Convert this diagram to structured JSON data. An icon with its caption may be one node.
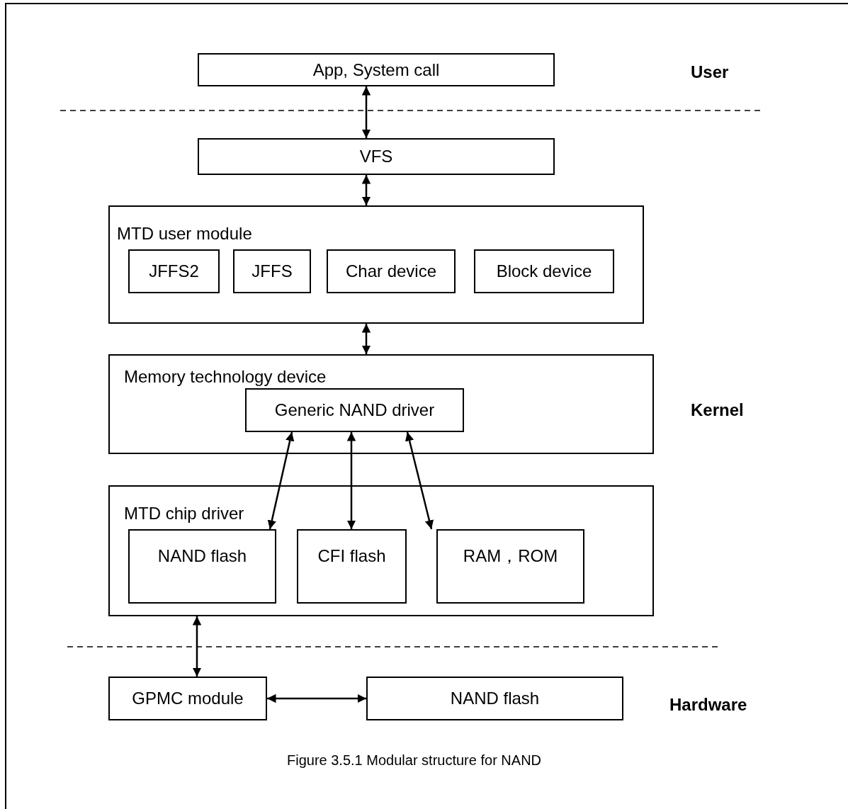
{
  "diagram": {
    "caption": "Figure 3.5.1 Modular structure for NAND",
    "nodes": [
      {
        "text": [
          "App, System call"
        ]
      },
      {
        "text": [
          "VFS"
        ]
      },
      {
        "text": [
          "MTD user module"
        ]
      },
      {
        "text": [
          "JFFS2"
        ],
        "in": 2
      },
      {
        "text": [
          "JFFS"
        ],
        "in": 2
      },
      {
        "text": [
          "Char device"
        ],
        "in": 2
      },
      {
        "text": [
          "Block device"
        ],
        "in": 2
      },
      {
        "text": [
          "Memory technology device"
        ]
      },
      {
        "text": [
          "Generic NAND driver"
        ],
        "in": 7
      },
      {
        "text": [
          "MTD chip driver"
        ]
      },
      {
        "text": [
          "NAND flash"
        ],
        "in": 9
      },
      {
        "text": [
          "CFI flash"
        ],
        "in": 9
      },
      {
        "text": [
          "RAM，ROM"
        ],
        "in": 9
      },
      {
        "text": [
          "GPMC module"
        ]
      },
      {
        "text": [
          "NAND flash"
        ]
      }
    ],
    "edges": [
      {
        "from": 0,
        "to": 1,
        "arrow": "both"
      },
      {
        "from": 1,
        "to": 2,
        "arrow": "both"
      },
      {
        "from": 2,
        "to": 7,
        "arrow": "both"
      },
      {
        "from": 8,
        "to": 10,
        "arrow": "both"
      },
      {
        "from": 8,
        "to": 11,
        "arrow": "both"
      },
      {
        "from": 8,
        "to": 12,
        "arrow": "both"
      },
      {
        "from": 9,
        "to": 13,
        "arrow": "both"
      },
      {
        "from": 13,
        "to": 14,
        "arrow": "both"
      }
    ],
    "labels": [
      "User",
      "Kernel",
      "Hardware"
    ]
  }
}
